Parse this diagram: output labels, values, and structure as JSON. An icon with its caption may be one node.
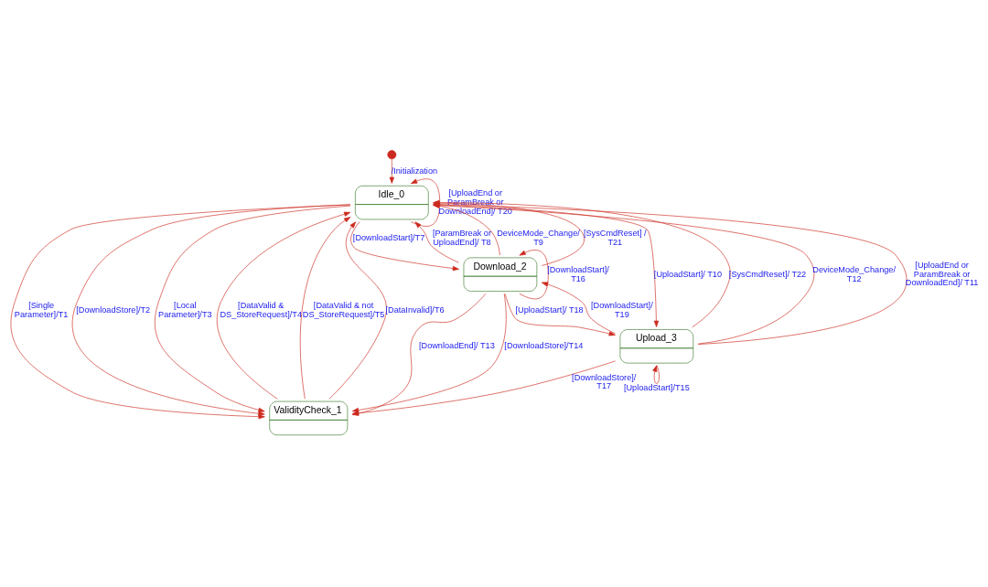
{
  "diagram": {
    "nodes": [
      {
        "text": [],
        "shape": "circle"
      },
      {
        "text": [
          "Idle_0"
        ]
      },
      {
        "text": [
          "ValidityCheck_1"
        ]
      },
      {
        "text": [
          "Download_2"
        ]
      },
      {
        "text": [
          "Upload_3"
        ]
      }
    ],
    "edges": [
      {
        "from": 0,
        "to": 1,
        "arrow": "to",
        "label": "/Initialization"
      },
      {
        "from": 1,
        "to": 2,
        "arrow": "to",
        "label": "[Single Parameter]/T1"
      },
      {
        "from": 1,
        "to": 2,
        "arrow": "to",
        "label": "[DownloadStore]/T2"
      },
      {
        "from": 1,
        "to": 2,
        "arrow": "to",
        "label": "[Local Parameter]/T3"
      },
      {
        "from": 2,
        "to": 1,
        "arrow": "to",
        "label": "[DataValid & DS_StoreRequest]/T4"
      },
      {
        "from": 2,
        "to": 1,
        "arrow": "to",
        "label": "[DataValid & not DS_StoreRequest]/T5"
      },
      {
        "from": 2,
        "to": 1,
        "arrow": "to",
        "label": "[DataInvalid]/T6"
      },
      {
        "from": 1,
        "to": 1,
        "arrow": "to",
        "label": "[UploadEnd or ParamBreak or DownloadEnd]/ T20"
      },
      {
        "from": 1,
        "to": 3,
        "arrow": "to",
        "label": "[DownloadStart]/T7"
      },
      {
        "from": 3,
        "to": 1,
        "arrow": "to",
        "label": "[ParamBreak or UploadEnd]/ T8"
      },
      {
        "from": 3,
        "to": 1,
        "arrow": "to",
        "label": "DeviceMode_Change/ T9"
      },
      {
        "from": 3,
        "to": 1,
        "arrow": "to",
        "label": "[SysCmdReset] / T21"
      },
      {
        "from": 3,
        "to": 3,
        "arrow": "to",
        "label": "[DownloadStart]/ T16"
      },
      {
        "from": 4,
        "to": 1,
        "arrow": "to",
        "label": "[SysCmdReset]/ T22"
      },
      {
        "from": 4,
        "to": 1,
        "arrow": "to",
        "label": "DeviceMode_Change/ T12"
      },
      {
        "from": 1,
        "to": 4,
        "arrow": "to",
        "label": "[UploadStart]/ T10"
      },
      {
        "from": 4,
        "to": 1,
        "arrow": "to",
        "label": "[UploadEnd or ParamBreak or DownloadEnd]/ T11"
      },
      {
        "from": 4,
        "to": 2,
        "arrow": "to",
        "label": "[DownloadStore]/ T17"
      },
      {
        "from": 3,
        "to": 4,
        "arrow": "to",
        "label": "[UploadStart]/ T18"
      },
      {
        "from": 4,
        "to": 3,
        "arrow": "to",
        "label": "[DownloadStart]/ T19"
      },
      {
        "from": 4,
        "to": 4,
        "arrow": "to",
        "label": "[UploadStart]/T15"
      },
      {
        "from": 3,
        "to": 2,
        "arrow": "to",
        "label": "[DownloadEnd]/ T13"
      },
      {
        "from": 3,
        "to": 2,
        "arrow": "to",
        "label": "[DownloadStore]/T14"
      }
    ]
  }
}
